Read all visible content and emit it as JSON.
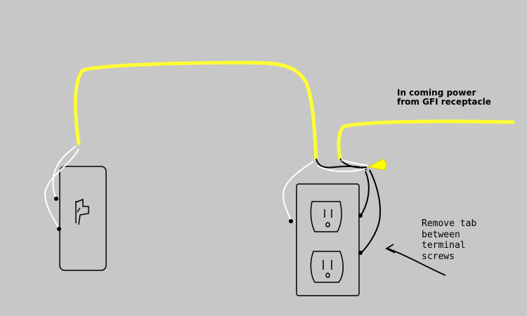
{
  "colors": {
    "background": "#c7c7c7",
    "hot_wire": "#ffff33",
    "neutral_wire": "#ffffff",
    "black_wire": "#000000",
    "wire_nut": "#ffff00"
  },
  "labels": {
    "incoming_power": "In coming power\nfrom GFI receptacle",
    "remove_tab": "Remove tab\nbetween\nterminal\nscrews"
  },
  "components": {
    "switch": "switch-box",
    "receptacle": "duplex-receptacle"
  }
}
